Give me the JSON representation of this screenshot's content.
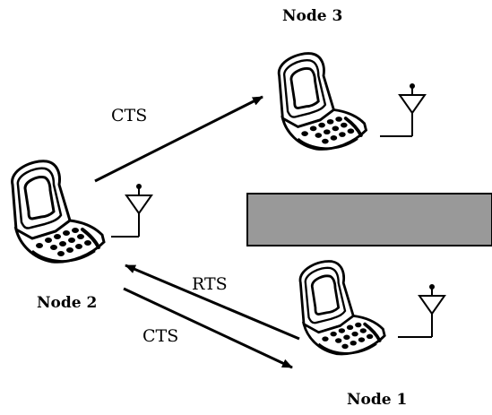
{
  "nodes": {
    "node1": {
      "label": "Node 1"
    },
    "node2": {
      "label": "Node 2"
    },
    "node3": {
      "label": "Node 3"
    }
  },
  "messages": {
    "cts_to_node3": {
      "label": "CTS"
    },
    "rts_from_node1": {
      "label": "RTS"
    },
    "cts_to_node1": {
      "label": "CTS"
    }
  },
  "colors": {
    "obstacle_fill": "#999999",
    "ink": "#000000",
    "background": "#ffffff"
  },
  "icons": {
    "device": "laptop-icon",
    "radio": "antenna-icon"
  }
}
